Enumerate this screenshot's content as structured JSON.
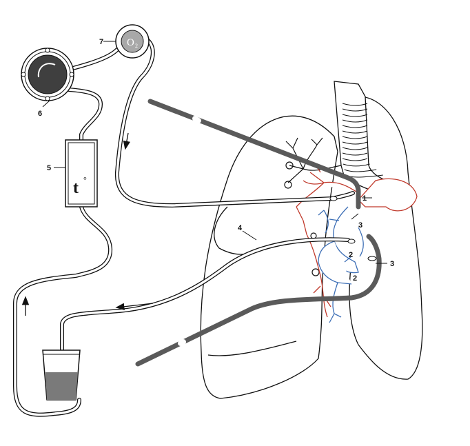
{
  "labels": {
    "one": "1",
    "two_a": "2",
    "two_b": "2",
    "three_a": "3",
    "three_b": "3",
    "four": "4",
    "five": "5",
    "six": "6",
    "seven": "7",
    "oxygen": "O",
    "oxygen_sub": "2",
    "heater": "t",
    "heater_deg": "°"
  },
  "colors": {
    "line": "#111111",
    "tube_fill": "#ffffff",
    "cannula": "#5a5a5a",
    "vein": "#c0392b",
    "artery": "#3d6fb6",
    "liquid": "#7a7a7a",
    "pump": "#3f3f3f",
    "oxygenator": "#a8a8a8"
  },
  "flow_arrows": [
    "arrow-down-icon",
    "arrow-left-icon",
    "arrow-up-icon"
  ]
}
